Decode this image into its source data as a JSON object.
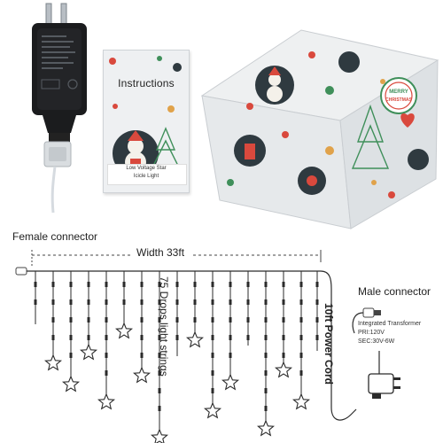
{
  "labels": {
    "female_connector": "Female connector",
    "width": "Width 33ft",
    "drops": "75 Drops light strings",
    "power_cord": "10ft Power Cord",
    "male_connector": "Male connector",
    "transformer_title": "Integrated Transformer",
    "transformer_pri": "PRI:120V",
    "transformer_sec": "SEC:30V-6W"
  },
  "instructions_card": {
    "title": "Instructions",
    "subtitle_line1": "Low Voltage Star",
    "subtitle_line2": "Icicle Light"
  },
  "gift_box": {
    "badge_line1": "MERRY",
    "badge_line2": "CHRISTMAS"
  },
  "colors": {
    "wire": "#2b2b2b",
    "box_bg": "#eef0f1",
    "accent_red": "#d9493d",
    "accent_green": "#3f8f5a",
    "dark_circle": "#2f3a40"
  },
  "icons": [
    "power-adapter",
    "star-bulb",
    "plug-icon"
  ]
}
